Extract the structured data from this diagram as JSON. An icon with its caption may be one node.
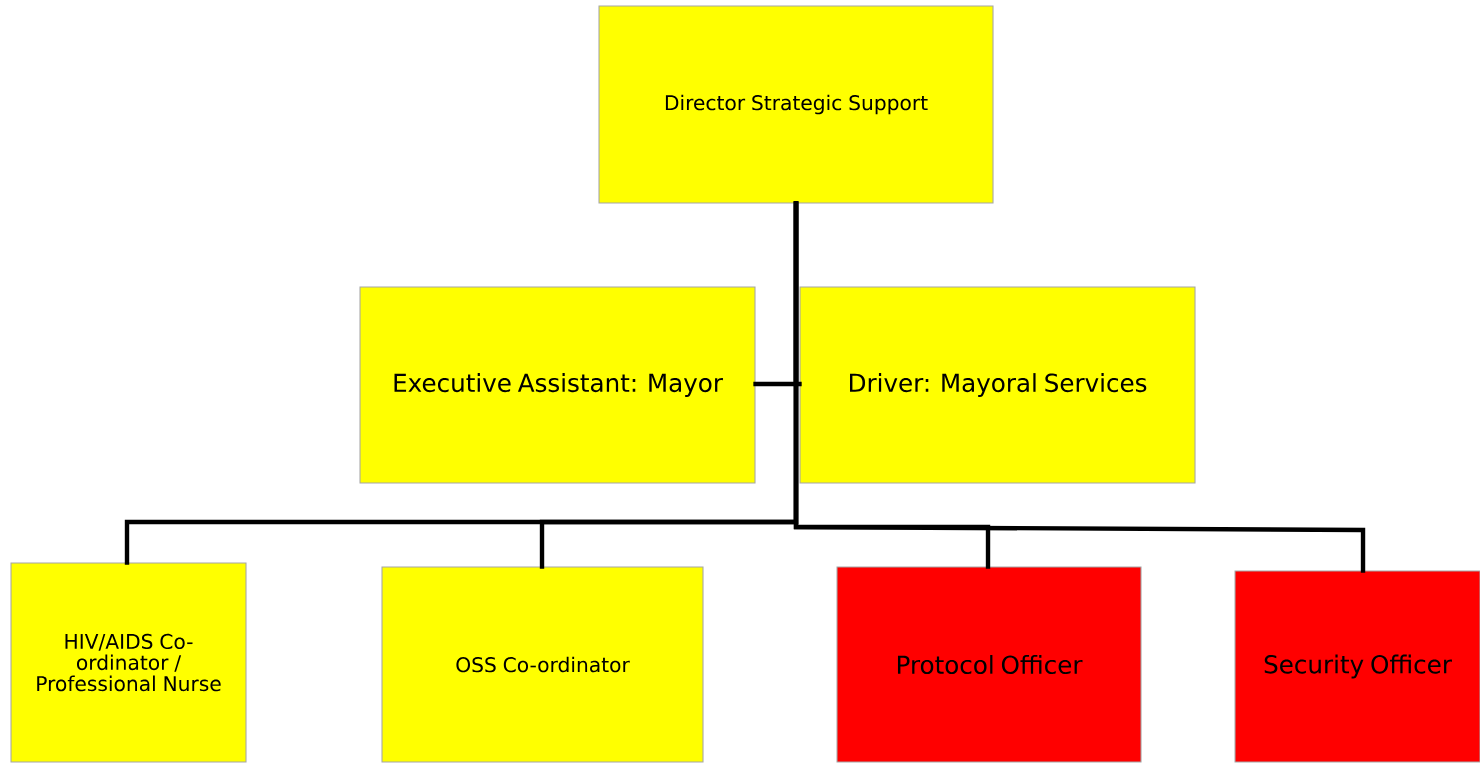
{
  "diagram": {
    "nodes": [
      {
        "text": [
          "Director Strategic Support"
        ]
      },
      {
        "text": [
          "Executive Assistant: Mayor"
        ]
      },
      {
        "text": [
          "Driver: Mayoral Services"
        ]
      },
      {
        "text": [
          "HIV/AIDS Co-ordinator / Professional Nurse"
        ]
      },
      {
        "text": [
          "OSS Co-ordinator"
        ]
      },
      {
        "text": [
          "Protocol Officer"
        ]
      },
      {
        "text": [
          "Security Officer"
        ]
      }
    ],
    "edges": [
      {
        "from": 0,
        "to": 1,
        "arrow": "none"
      },
      {
        "from": 0,
        "to": 2,
        "arrow": "none"
      },
      {
        "from": 0,
        "to": 3,
        "arrow": "none"
      },
      {
        "from": 0,
        "to": 4,
        "arrow": "none"
      },
      {
        "from": 0,
        "to": 5,
        "arrow": "none"
      },
      {
        "from": 0,
        "to": 6,
        "arrow": "none"
      }
    ]
  }
}
